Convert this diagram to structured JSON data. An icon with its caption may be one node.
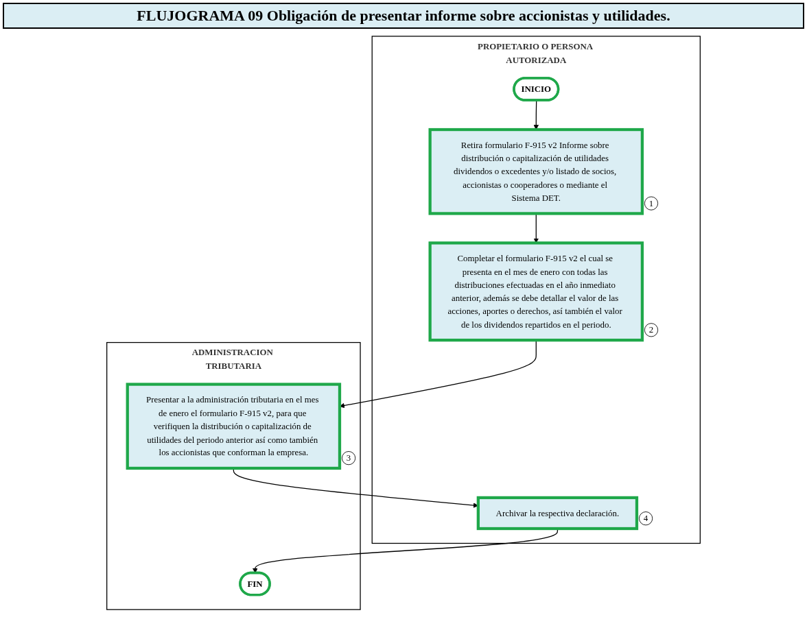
{
  "diagram": {
    "title": "FLUJOGRAMA 09 Obligación de presentar informe sobre accionistas y utilidades.",
    "nodes": [
      {
        "text": [
          "PROPIETARIO O PERSONA AUTORIZADA"
        ]
      },
      {
        "text": [
          "ADMINISTRACION TRIBUTARIA"
        ]
      },
      {
        "text": [
          "INICIO"
        ],
        "in": 0
      },
      {
        "text": [
          "Retira formulario F-915 v2 Informe sobre distribución o capitalización de utilidades dividendos o excedentes y/o listado de socios, accionistas o cooperadores o mediante el Sistema DET."
        ],
        "in": 0,
        "beside": [
          "1"
        ]
      },
      {
        "text": [
          "Completar el formulario F-915 v2 el cual se presenta en el mes de enero con todas las distribuciones efectuadas en el año inmediato anterior, además se debe detallar el valor de las acciones, aportes o derechos, así también el valor de los dividendos repartidos en el periodo."
        ],
        "in": 0,
        "beside": [
          "2"
        ]
      },
      {
        "text": [
          "Presentar a la administración tributaria en el mes de enero el formulario F-915 v2, para que verifiquen la distribución o capitalización de utilidades del periodo anterior así como también los accionistas que conforman la empresa."
        ],
        "in": 1,
        "beside": [
          "3"
        ]
      },
      {
        "text": [
          "Archivar la respectiva declaración."
        ],
        "in": 0,
        "beside": [
          "4"
        ]
      },
      {
        "text": [
          "FIN"
        ],
        "in": 1
      }
    ],
    "edges": [
      {
        "from": 2,
        "to": 3,
        "arrow": "to"
      },
      {
        "from": 3,
        "to": 4,
        "arrow": "to"
      },
      {
        "from": 4,
        "to": 5,
        "arrow": "to"
      },
      {
        "from": 5,
        "to": 6,
        "arrow": "to"
      },
      {
        "from": 6,
        "to": 7,
        "arrow": "to"
      }
    ]
  }
}
